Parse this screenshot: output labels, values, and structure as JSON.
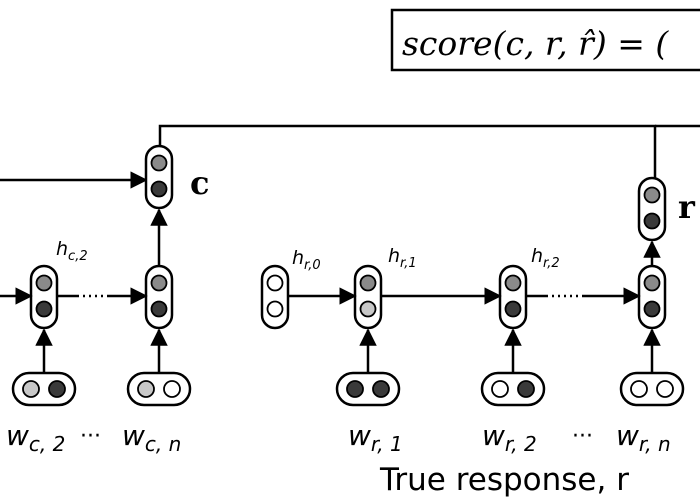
{
  "score_formula": "score(c, r, r̂) = (",
  "context_vector_label": "c",
  "response_vector_label": "r",
  "hidden_labels": {
    "hc2": {
      "base": "h",
      "sub": "c,2"
    },
    "hr0": {
      "base": "h",
      "sub": "r,0"
    },
    "hr1": {
      "base": "h",
      "sub": "r,1"
    },
    "hr2": {
      "base": "h",
      "sub": "r,2"
    }
  },
  "word_labels": {
    "wc2": {
      "base": "w",
      "sub": "c, 2"
    },
    "wcn": {
      "base": "w",
      "sub": "c, n"
    },
    "wr1": {
      "base": "w",
      "sub": "r, 1"
    },
    "wr2": {
      "base": "w",
      "sub": "r, 2"
    },
    "wrn": {
      "base": "w",
      "sub": "r, n"
    }
  },
  "ellipsis": "···",
  "caption": "True response, r",
  "colors": {
    "line": "#000000",
    "dark": "#3a3a3a",
    "mid": "#8a8a8a",
    "light": "#c8c8c8",
    "white": "#ffffff"
  }
}
